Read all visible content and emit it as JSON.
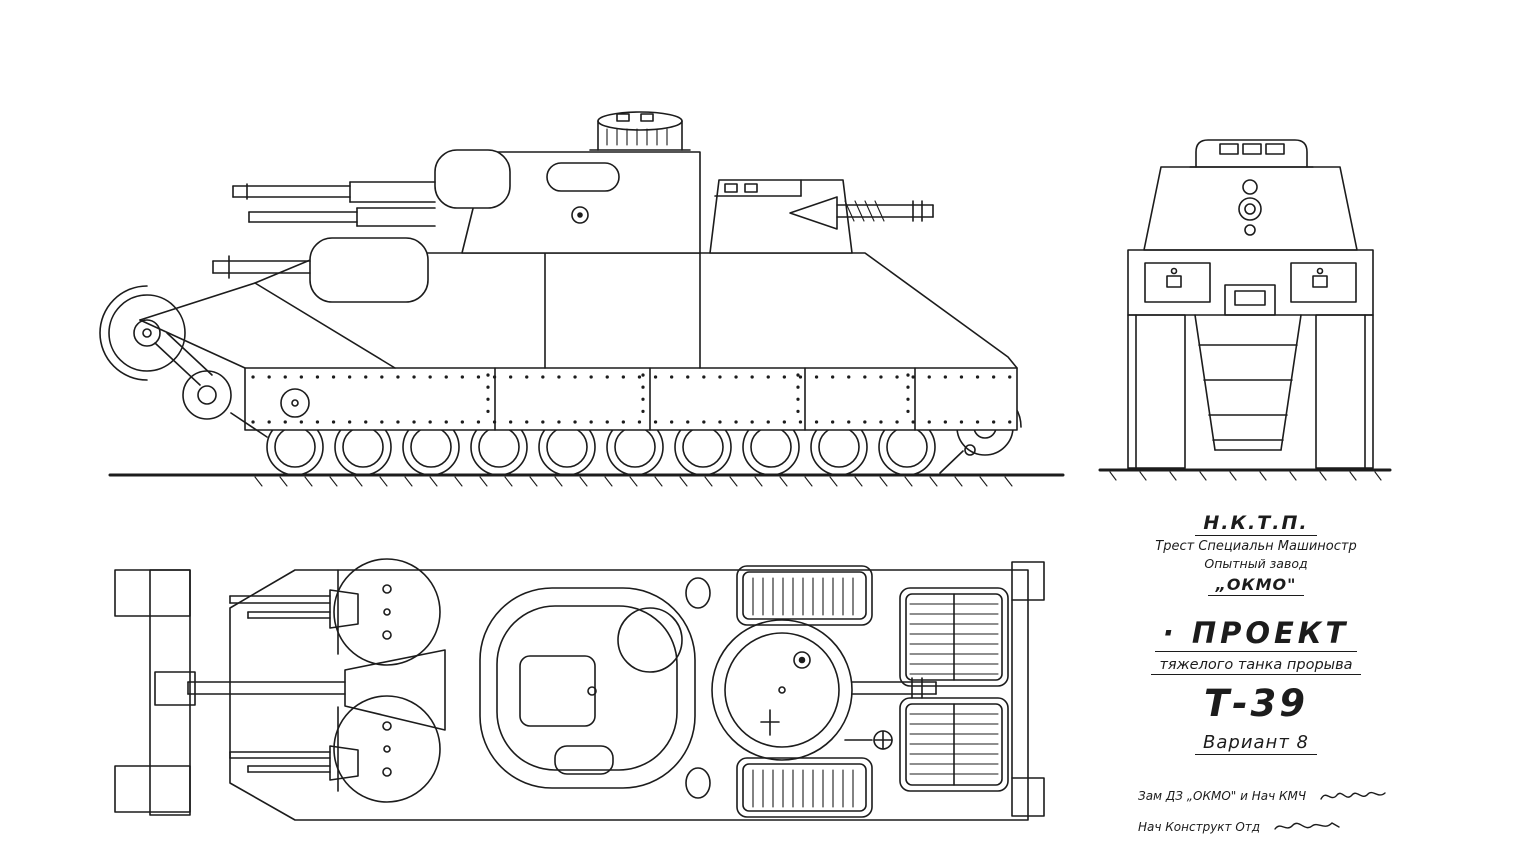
{
  "colors": {
    "ink": "#1c1c1c",
    "paper": "#ffffff"
  },
  "title_block": {
    "org_top": "Н.К.Т.П.",
    "org_trust": "Трест Специальн Машиностр",
    "org_plant": "Опытный завод",
    "org_okmo": "„ОКМО\"",
    "project_word": "· ПРОЕКТ",
    "project_subject": "тяжелого танка прорыва",
    "model": "Т-39",
    "variant": "Вариант 8",
    "signatures": [
      {
        "role": "Зам ДЗ „ОКМО\" и Нач КМЧ"
      },
      {
        "role": "Нач Конструкт Отд"
      }
    ]
  }
}
